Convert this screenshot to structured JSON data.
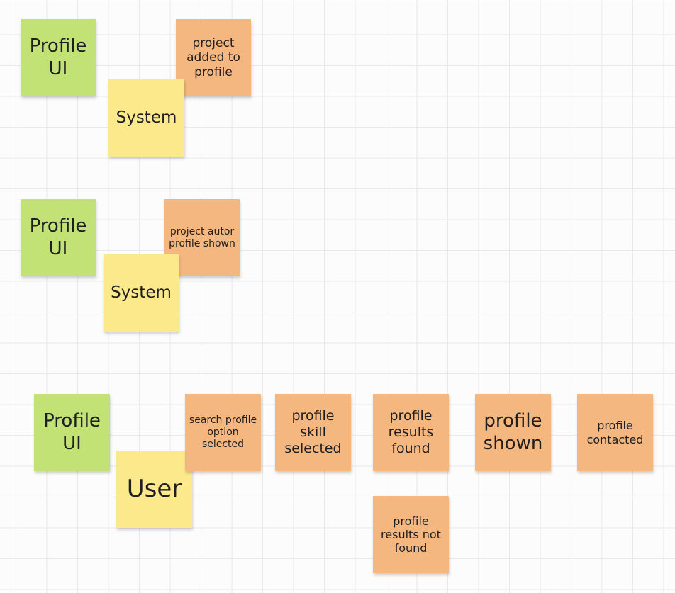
{
  "colors": {
    "actor_note": "#c2e276",
    "system_note": "#fbe98c",
    "event_note": "#f4b77f",
    "grid": "#e9e9ea",
    "canvas": "#fcfcfc"
  },
  "group1": {
    "ui": "Profile UI",
    "system": "System",
    "event": "project added to profile"
  },
  "group2": {
    "ui": "Profile UI",
    "system": "System",
    "event": "project autor profile shown"
  },
  "group3": {
    "ui": "Profile UI",
    "actor": "User",
    "events": [
      "search profile option selected",
      "profile skill selected",
      "profile results found",
      "profile shown",
      "profile contacted"
    ],
    "alt_event": "profile results not found"
  }
}
